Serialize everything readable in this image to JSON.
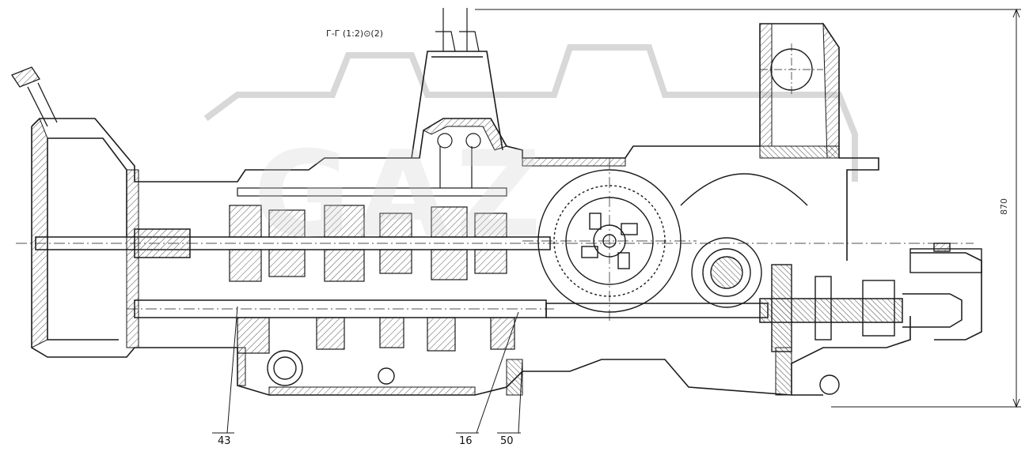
{
  "drawing": {
    "section_title": "Г-Г",
    "section_scale": "(1:2)",
    "section_sheet": "(2)",
    "overall_dimension": "870",
    "watermark": "GAZ",
    "callouts": [
      {
        "id": "c43",
        "number": "43"
      },
      {
        "id": "c16",
        "number": "16"
      },
      {
        "id": "c50",
        "number": "50"
      }
    ],
    "colors": {
      "line": "#1a1a1a",
      "hatch": "#555555",
      "watermark": "#cfcfcf"
    }
  }
}
